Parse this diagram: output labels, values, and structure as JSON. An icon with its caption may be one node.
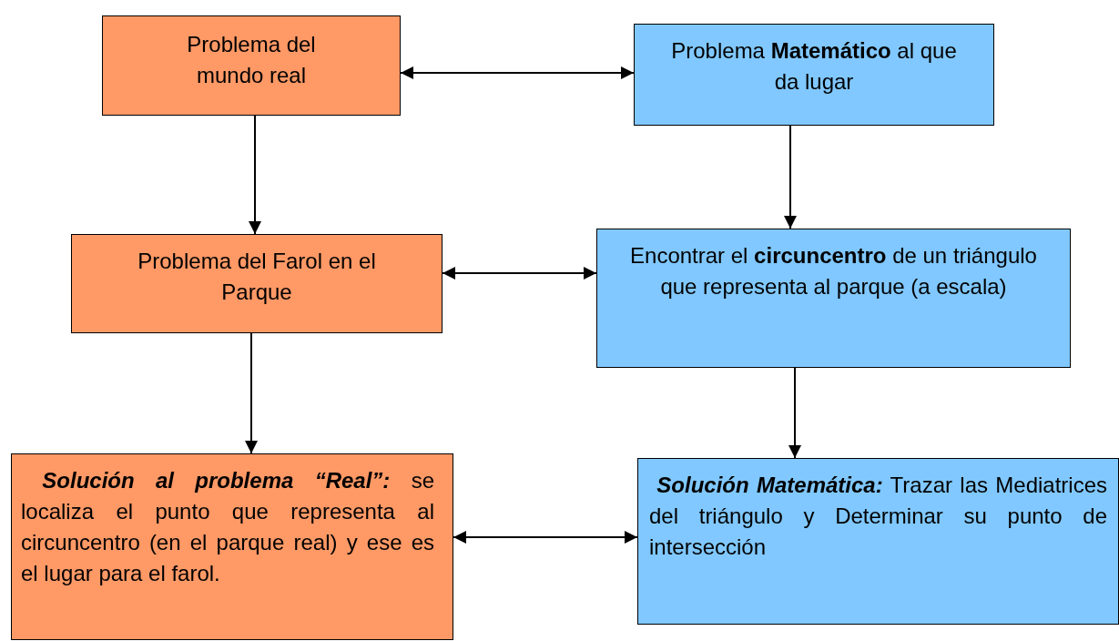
{
  "diagram": {
    "nodes": [
      {
        "text": [
          "Problema del mundo real"
        ]
      },
      {
        "text": [
          "Problema **Matemático** al que da lugar"
        ]
      },
      {
        "text": [
          "Problema del Farol en el Parque"
        ]
      },
      {
        "text": [
          "Encontrar el **circuncentro** de un triángulo que representa al parque (a escala)"
        ]
      },
      {
        "text": [
          "Solución al problema “Real”:",
          "se localiza el punto que representa al circuncentro (en el parque real) y ese es el lugar para el farol."
        ]
      },
      {
        "text": [
          "Solución Matemática:",
          "Trazar las Mediatrices del triángulo y Determinar su punto de intersección"
        ]
      }
    ],
    "edges": [
      {
        "from": 0,
        "to": 1,
        "arrow": "both"
      },
      {
        "from": 0,
        "to": 2,
        "arrow": "to"
      },
      {
        "from": 1,
        "to": 3,
        "arrow": "to"
      },
      {
        "from": 2,
        "to": 3,
        "arrow": "both"
      },
      {
        "from": 2,
        "to": 4,
        "arrow": "to"
      },
      {
        "from": 3,
        "to": 5,
        "arrow": "to"
      },
      {
        "from": 4,
        "to": 5,
        "arrow": "both"
      }
    ]
  }
}
